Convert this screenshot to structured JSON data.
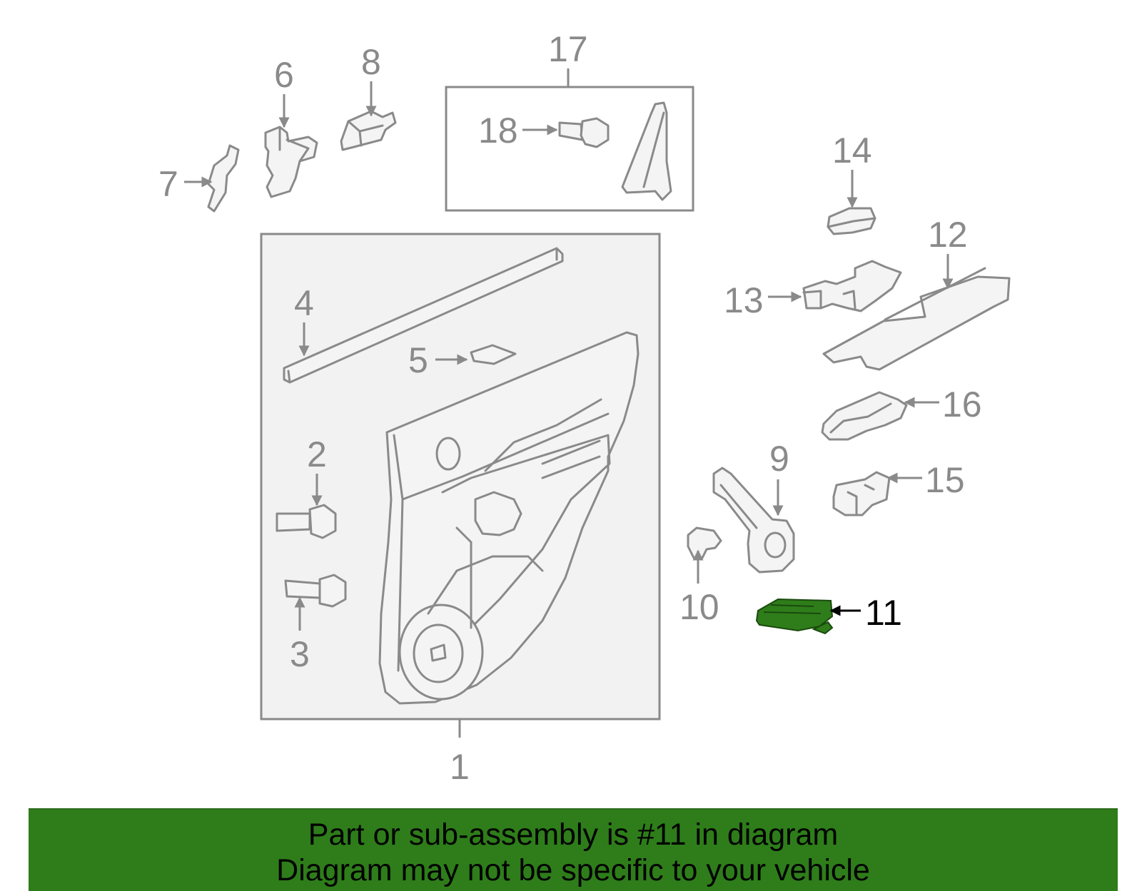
{
  "diagram": {
    "highlight_color": "#2e7d1a",
    "callouts": {
      "c1": "1",
      "c2": "2",
      "c3": "3",
      "c4": "4",
      "c5": "5",
      "c6": "6",
      "c7": "7",
      "c8": "8",
      "c9": "9",
      "c10": "10",
      "c11": "11",
      "c12": "12",
      "c13": "13",
      "c14": "14",
      "c15": "15",
      "c16": "16",
      "c17": "17",
      "c18": "18"
    },
    "highlighted_part": "11"
  },
  "banner": {
    "color": "#2e7d1a",
    "line1": "Part or sub-assembly is #11 in diagram",
    "line2": "Diagram may not be specific to your vehicle"
  }
}
